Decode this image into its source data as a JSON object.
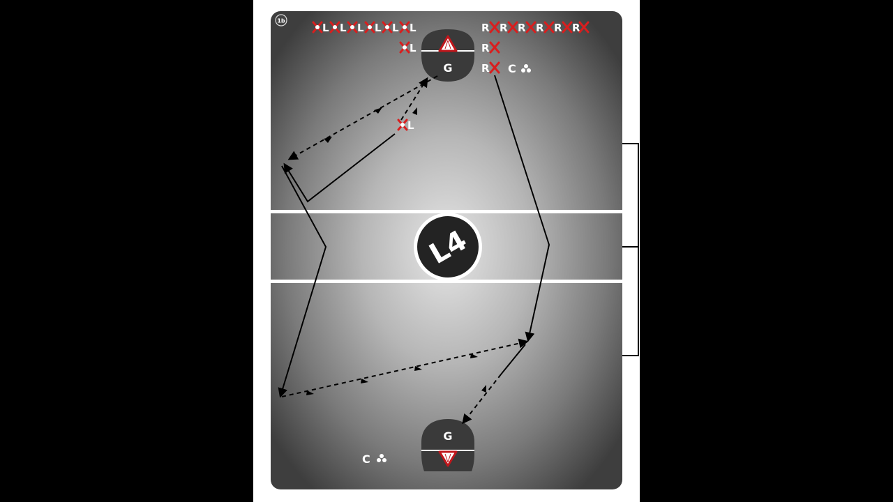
{
  "drill": {
    "badge": "1b",
    "goalie_label": "G",
    "left_label": "L",
    "right_label": "R",
    "coach_label": "C",
    "logo_text": "L4"
  },
  "colors": {
    "background": "#000000",
    "sheet": "#ffffff",
    "goal_crease": "#3a3a3a",
    "marker_red": "#d91e1e",
    "line": "#000000",
    "field_center": "#e6e6e6",
    "field_edge": "#3e3e3e"
  },
  "icons": [
    "x-marker-icon",
    "ball-icon",
    "goal-triangle-icon",
    "arrow-icon",
    "logo-icon"
  ]
}
